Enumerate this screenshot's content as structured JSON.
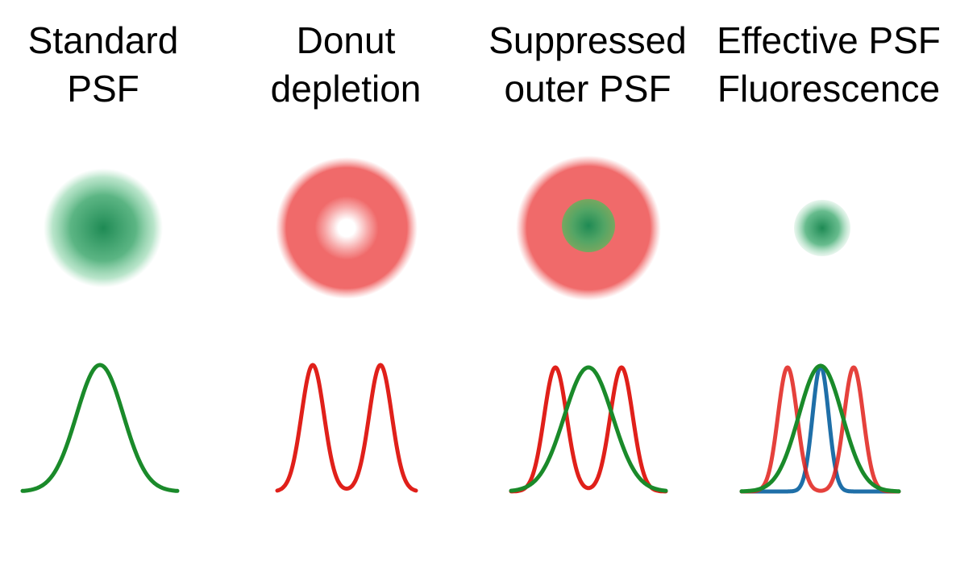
{
  "panels": [
    {
      "id": "standard",
      "title_line1": "Standard",
      "title_line2": "PSF"
    },
    {
      "id": "donut",
      "title_line1": "Donut",
      "title_line2": "depletion"
    },
    {
      "id": "suppressed",
      "title_line1": "Suppressed",
      "title_line2": "outer PSF"
    },
    {
      "id": "effective",
      "title_line1": "Effective PSF",
      "title_line2": "Fluorescence"
    }
  ],
  "colors": {
    "green_spot_center": "#1e8a54",
    "green_spot_edge": "#7fcf9f",
    "red_spot": "#f06a6a",
    "green_curve": "#1a8a2a",
    "red_curve": "#e0201a",
    "blue_curve": "#1f6fa8"
  },
  "icons": {
    "standard": "green-psf-spot",
    "donut": "red-donut-ring",
    "suppressed": "red-ring-with-green-core",
    "effective": "small-green-psf-spot"
  }
}
